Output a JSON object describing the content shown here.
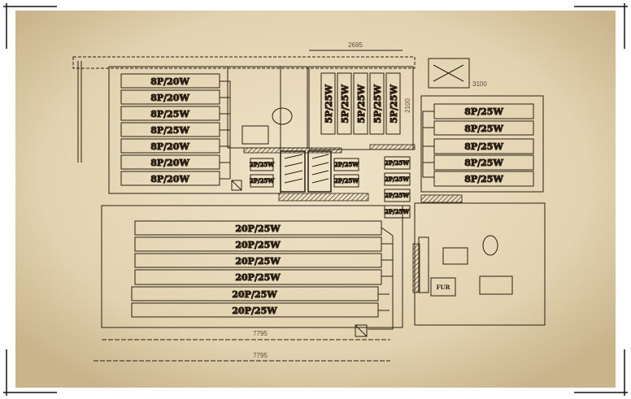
{
  "plan": {
    "colors": {
      "paper": "#e6d8b9",
      "ink": "#2a2014",
      "frame": "#111111"
    },
    "dimensions": {
      "top_width": "2695",
      "vertical_height": "2100",
      "right_width": "3100",
      "bottom_width_inner": "7795",
      "bottom_width_outer": "7795"
    },
    "left_room_fixtures": [
      "8P/20W",
      "8P/20W",
      "8P/25W",
      "8P/25W",
      "8P/20W",
      "8P/20W",
      "8P/20W"
    ],
    "top_center_fixtures": [
      "5P/25W",
      "5P/25W",
      "5P/25W",
      "5P/25W",
      "5P/25W"
    ],
    "small_fixtures_left": [
      "2P/25W",
      "2P/25W"
    ],
    "small_fixtures_mid": [
      "2P/25W",
      "2P/25W"
    ],
    "small_fixtures_right": [
      "2P/25W",
      "2P/25W",
      "2P/25W",
      "2P/25W"
    ],
    "right_room_fixtures": [
      "8P/25W",
      "8P/25W",
      "8P/25W",
      "8P/25W",
      "8P/25W"
    ],
    "bottom_room_fixtures": [
      "20P/25W",
      "20P/25W",
      "20P/25W",
      "20P/25W",
      "20P/25W",
      "20P/25W"
    ],
    "kitchen_label": "FUR"
  }
}
